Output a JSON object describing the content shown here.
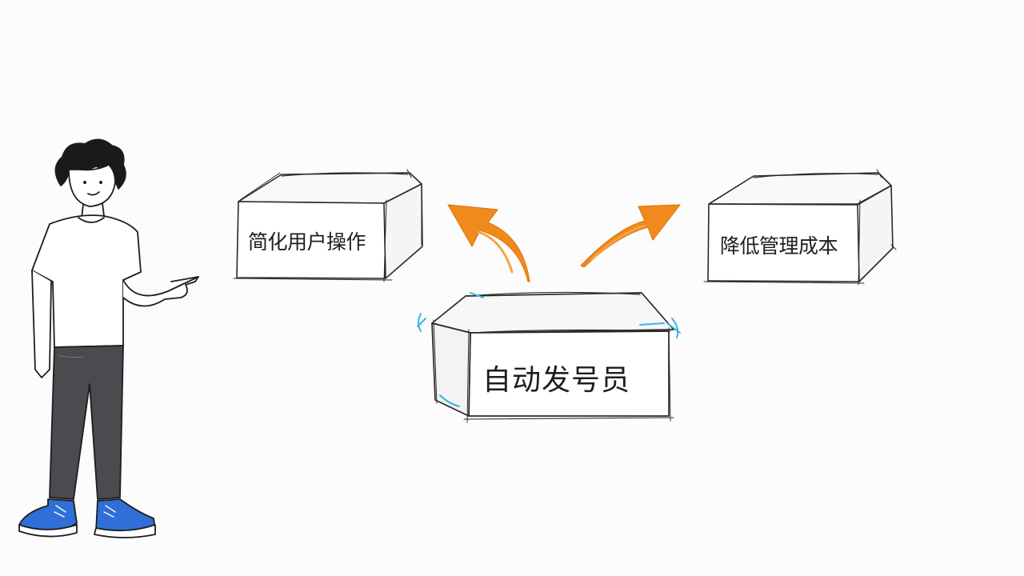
{
  "diagram": {
    "center_box": {
      "label": "自动发号员"
    },
    "left_box": {
      "label": "简化用户操作"
    },
    "right_box": {
      "label": "降低管理成本"
    },
    "arrow_color": "#f08a1c",
    "accent_color": "#38b3e6",
    "line_color": "#2a2a2a",
    "icons": [
      "person-pointing-icon",
      "arrow-left-icon",
      "arrow-right-icon"
    ]
  }
}
